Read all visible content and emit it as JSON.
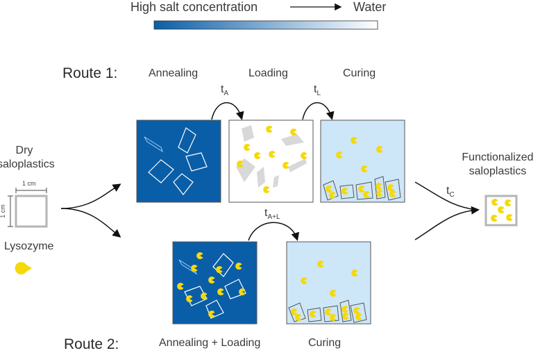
{
  "legend": {
    "left_label": "High salt concentration",
    "right_label": "Water",
    "gradient_from": "#0a5ea8",
    "gradient_to": "#ffffff"
  },
  "routes": {
    "route1_label": "Route 1:",
    "route2_label": "Route 2:"
  },
  "steps": {
    "annealing": "Annealing",
    "loading": "Loading",
    "curing": "Curing",
    "annealing_loading": "Annealing + Loading",
    "curing2": "Curing"
  },
  "times": {
    "t": "t",
    "sub_A": "A",
    "sub_L": "L",
    "sub_AL": "A+L",
    "sub_C": "C"
  },
  "left": {
    "dry_line1": "Dry",
    "dry_line2": "saloplastics",
    "scale_h": "1 cm",
    "scale_v": "1 cm",
    "lysozyme": "Lysozyme"
  },
  "right": {
    "line1": "Functionalized",
    "line2": "saloplastics"
  },
  "colors": {
    "dark_blue": "#0a5ea8",
    "light_blue": "#cde6f8",
    "lysozyme_yellow": "#f5d90a"
  }
}
